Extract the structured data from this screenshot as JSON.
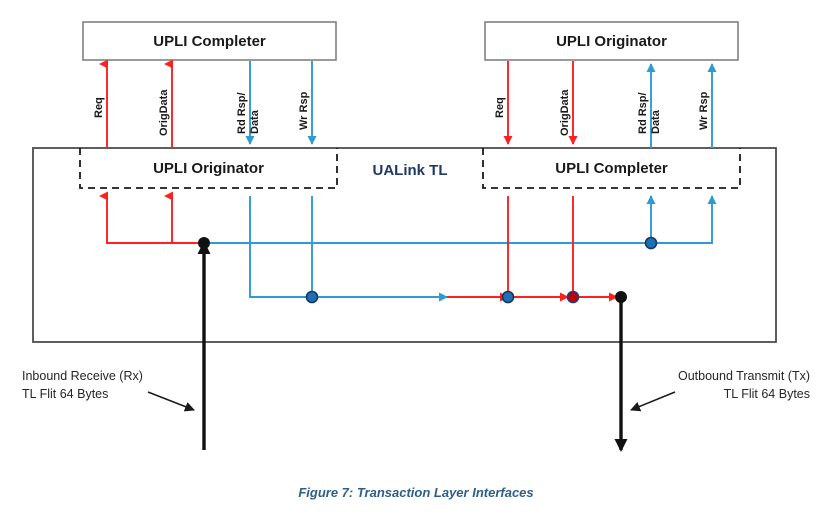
{
  "figure": {
    "caption": "Figure 7: Transaction Layer Interfaces"
  },
  "top_boxes": [
    {
      "label": "UPLI Completer"
    },
    {
      "label": "UPLI Originator"
    }
  ],
  "main": {
    "title": "UALink TL",
    "inner_boxes": [
      {
        "label": "UPLI Originator"
      },
      {
        "label": "UPLI Completer"
      }
    ]
  },
  "left_signals": [
    {
      "label": "Req",
      "color": "#ff2020",
      "direction": "up"
    },
    {
      "label": "OrigData",
      "color": "#ff2020",
      "direction": "up"
    },
    {
      "label_line1": "Rd Rsp/",
      "label_line2": "Data",
      "color": "#2e9bd6",
      "direction": "down"
    },
    {
      "label": "Wr Rsp",
      "color": "#2e9bd6",
      "direction": "down"
    }
  ],
  "right_signals": [
    {
      "label": "Req",
      "color": "#ff2020",
      "direction": "down"
    },
    {
      "label": "OrigData",
      "color": "#ff2020",
      "direction": "down"
    },
    {
      "label_line1": "Rd Rsp/",
      "label_line2": "Data",
      "color": "#2e9bd6",
      "direction": "up"
    },
    {
      "label": "Wr Rsp",
      "color": "#2e9bd6",
      "direction": "up"
    }
  ],
  "io_labels": {
    "inbound_line1": "Inbound Receive (Rx)",
    "inbound_line2": "TL Flit 64 Bytes",
    "outbound_line1": "Outbound Transmit (Tx)",
    "outbound_line2": "TL Flit 64 Bytes"
  },
  "colors": {
    "red": "#ff2020",
    "blue": "#2e9bd6",
    "black": "#111111",
    "navy": "#1f3864",
    "caption": "#2e5f8a"
  }
}
